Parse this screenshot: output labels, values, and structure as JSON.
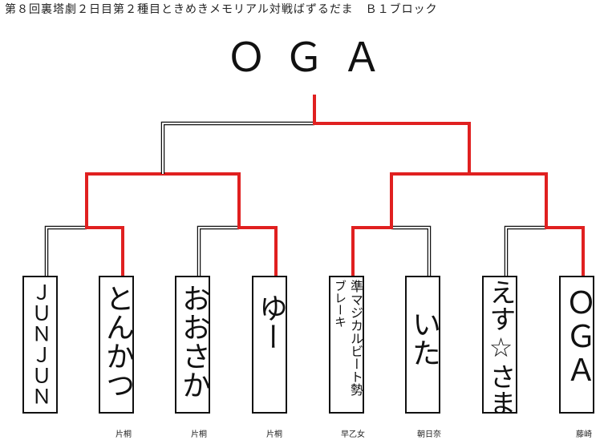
{
  "page": {
    "title": "第８回裏塔劇２日目第２種目ときめきメモリアル対戦ばずるだま　Ｂ１ブロック"
  },
  "champion": "ＯＧＡ",
  "colors": {
    "win_line": "#e02020",
    "line": "#111111"
  },
  "players": [
    {
      "name": "ＪＵＮＪＵＮ",
      "group": ""
    },
    {
      "name": "とんかつ",
      "group": "片桐"
    },
    {
      "name": "おおさか",
      "group": "片桐"
    },
    {
      "name": "ゆー",
      "group": "片桐"
    },
    {
      "name": "準マジカルビート勢",
      "group": "早乙女",
      "lines": [
        "準",
        "マジカルビート勢"
      ],
      "line2": "ブレーキ"
    },
    {
      "name": "いた",
      "group": "朝日奈"
    },
    {
      "name": "えす☆さま",
      "group": ""
    },
    {
      "name": "ＯＧＡ",
      "group": "藤崎"
    }
  ]
}
